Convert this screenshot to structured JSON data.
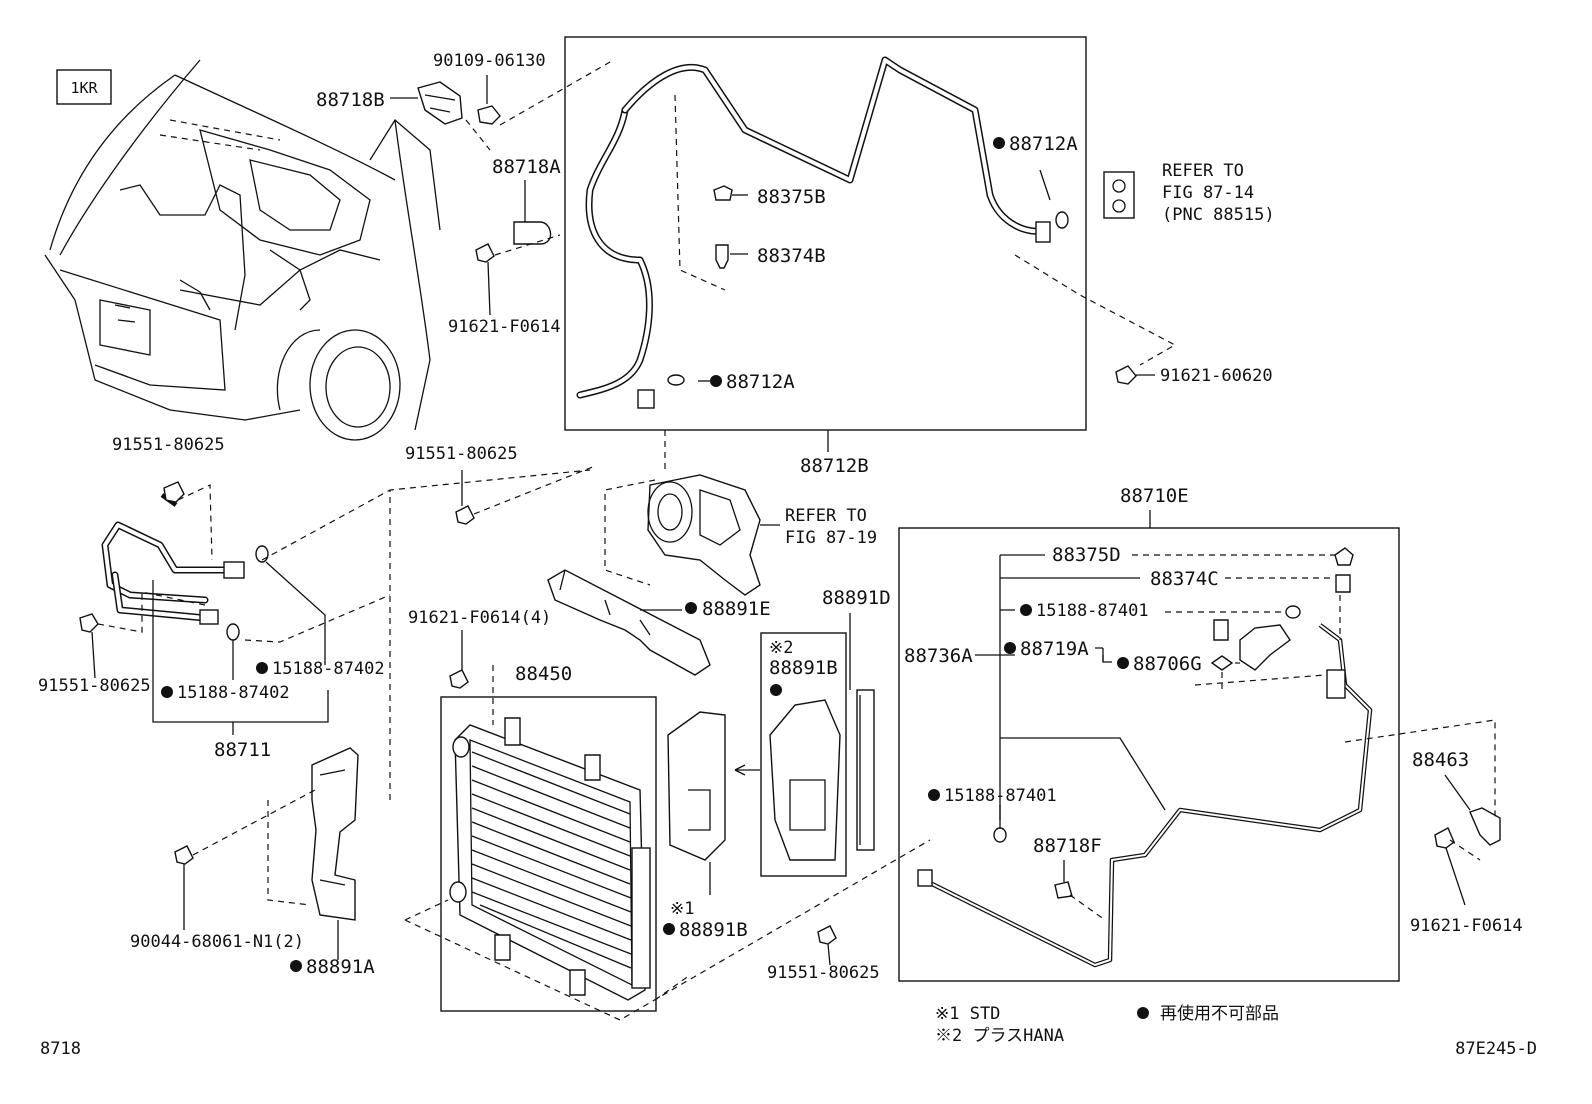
{
  "figure": {
    "engine_tag": "1KR",
    "page_code": "8718",
    "figure_code": "87E245-D"
  },
  "labels": {
    "p88718B": "88718B",
    "p90109": "90109-06130",
    "p88718A": "88718A",
    "p91621_F0614_top": "91621-F0614",
    "p88375B": "88375B",
    "p88374B": "88374B",
    "p88712A_top": "88712A",
    "p88712A_mid": "88712A",
    "p88712B": "88712B",
    "p91621_60620": "91621-60620",
    "ref_exp_1": "REFER TO",
    "ref_exp_2": "FIG 87-14",
    "ref_exp_3": "(PNC 88515)",
    "p91551_a": "91551-80625",
    "p91551_b": "91551-80625",
    "p91551_c": "91551-80625",
    "p91551_d": "91551-80625",
    "ref_comp_1": "REFER TO",
    "ref_comp_2": "FIG 87-19",
    "p15188_87402_a": "15188-87402",
    "p15188_87402_b": "15188-87402",
    "p88711": "88711",
    "p88891E": "88891E",
    "p91621_F0614_4": "91621-F0614(4)",
    "p88450": "88450",
    "p88891D": "88891D",
    "mark2_label": "※2",
    "p88891B_top": "88891B",
    "mark1_label": "※1",
    "p88891B_bot": "88891B",
    "p88891A": "88891A",
    "p90044": "90044-68061-N1(2)",
    "p88710E": "88710E",
    "p88375D": "88375D",
    "p88374C": "88374C",
    "p15188_87401_a": "15188-87401",
    "p88736A": "88736A",
    "p88719A": "88719A",
    "p88706G": "88706G",
    "p15188_87401_b": "15188-87401",
    "p88718F": "88718F",
    "p88463": "88463",
    "p91621_F0614_right": "91621-F0614"
  },
  "legend": {
    "note1": "※1 STD",
    "note2": "※2 プラスHANA",
    "dot_meaning": "再使用不可部品"
  }
}
